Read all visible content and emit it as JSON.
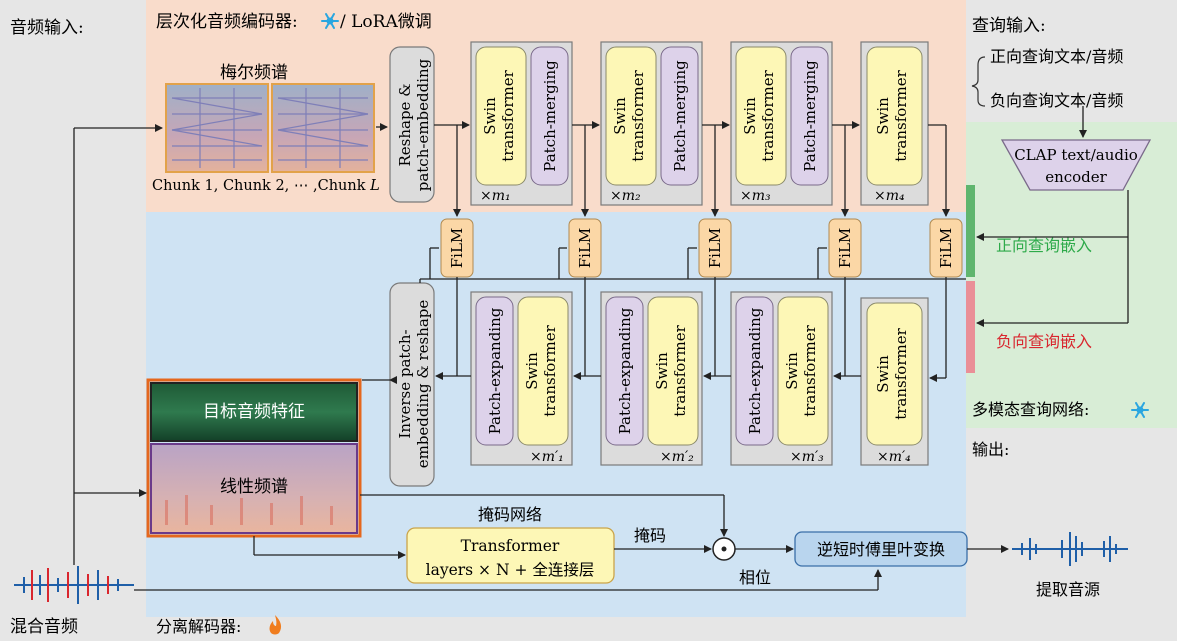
{
  "labels": {
    "audio_input": "音频输入:",
    "encoder_title": "层次化音频编码器:",
    "encoder_lora": " / LoRA微调",
    "mel": "梅尔频谱",
    "chunk_label": "Chunk 1, Chunk 2, ⋯ ,Chunk",
    "chunk_L": "L",
    "reshape1": "Reshape &",
    "reshape2": "patch-embedding",
    "swin1": "Swin",
    "swin2": "transformer",
    "merging": "Patch-merging",
    "expanding": "Patch-expanding",
    "film": "FiLM",
    "inverse1": "Inverse patch-",
    "inverse2": "embedding & reshape",
    "query_input": "查询输入:",
    "pos_query_text": "正向查询文本/音频",
    "neg_query_text": "负向查询文本/音频",
    "clap1": "CLAP text/audio",
    "clap2": "encoder",
    "pos_embed": "正向查询嵌入",
    "neg_embed": "负向查询嵌入",
    "multimodal": "多模态查询网络:",
    "output": "输出:",
    "target_feature": "目标音频特征",
    "linear_spec": "线性频谱",
    "mask_net": "掩码网络",
    "tf1": "Transformer",
    "tf2": "layers × N + 全连接层",
    "mask": "掩码",
    "phase": "相位",
    "istft": "逆短时傅里叶变换",
    "extract": "提取音源",
    "mixed": "混合音频",
    "decoder": "分离解码器:"
  },
  "encoder_multipliers": [
    "×m₁",
    "×m₂",
    "×m₃",
    "×m₄"
  ],
  "decoder_multipliers": [
    "×m′₁",
    "×m′₂",
    "×m′₃",
    "×m′₄"
  ],
  "icons": {
    "frozen": "snowflake-icon",
    "trainable": "flame-icon"
  },
  "colors": {
    "encoder_bg": "#f9dccb",
    "decoder_bg": "#cfe3f3",
    "query_bg": "#d8edd6",
    "right_bg": "#e6e6e6",
    "swin_fill": "#fdf7b6",
    "purple_fill": "#ddd2ea",
    "film_fill": "#fbd7a6",
    "pos_green": "#2eaa4a",
    "neg_red": "#d9262e",
    "box_edge": "#7a7a7a"
  }
}
